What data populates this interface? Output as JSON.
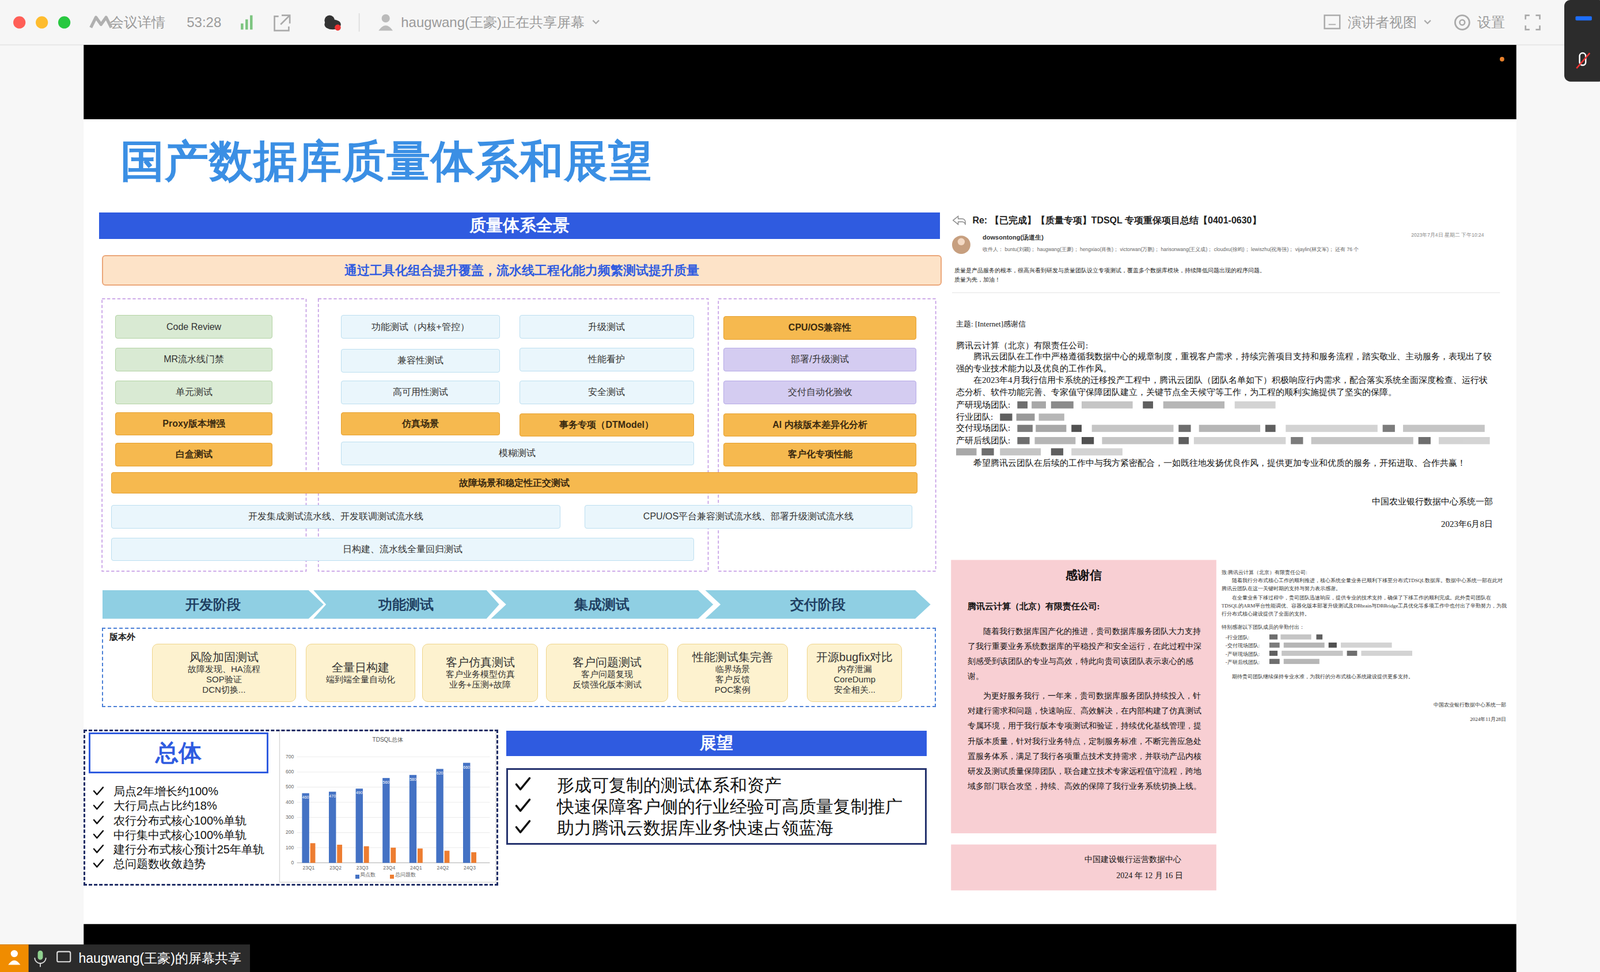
{
  "diagram": {
    "title": "国产数据库质量体系和展望",
    "nodes": [
      {
        "text": [
          "质量体系全景"
        ]
      },
      {
        "text": [
          "通过工具化组合提升覆盖，流水线工程化能力频繁测试提升质量"
        ]
      },
      {
        "text": [
          "Code Review"
        ]
      },
      {
        "text": [
          "MR流水线门禁"
        ]
      },
      {
        "text": [
          "单元测试"
        ]
      },
      {
        "text": [
          "Proxy版本增强"
        ]
      },
      {
        "text": [
          "白盒测试"
        ]
      },
      {
        "text": [
          "功能测试（内核+管控）"
        ]
      },
      {
        "text": [
          "升级测试"
        ]
      },
      {
        "text": [
          "兼容性测试"
        ]
      },
      {
        "text": [
          "性能看护"
        ]
      },
      {
        "text": [
          "高可用性测试"
        ]
      },
      {
        "text": [
          "安全测试"
        ]
      },
      {
        "text": [
          "仿真场景"
        ]
      },
      {
        "text": [
          "事务专项（DTModel）"
        ]
      },
      {
        "text": [
          "模糊测试"
        ]
      },
      {
        "text": [
          "CPU/OS兼容性"
        ]
      },
      {
        "text": [
          "部署/升级测试"
        ]
      },
      {
        "text": [
          "交付自动化验收"
        ]
      },
      {
        "text": [
          "AI 内核版本差异化分析"
        ]
      },
      {
        "text": [
          "客户化专项性能"
        ]
      },
      {
        "text": [
          "故障场景和稳定性正交测试"
        ]
      },
      {
        "text": [
          "开发集成测试流水线、开发联调测试流水线"
        ]
      },
      {
        "text": [
          "CPU/OS平台兼容测试流水线、部署升级测试流水线"
        ]
      },
      {
        "text": [
          "日构建、流水线全量回归测试"
        ]
      },
      {
        "text": [
          "开发阶段"
        ]
      },
      {
        "text": [
          "功能测试"
        ]
      },
      {
        "text": [
          "集成测试"
        ]
      },
      {
        "text": [
          "交付阶段"
        ]
      },
      {
        "text": [
          "版本外"
        ]
      },
      {
        "text": [
          "风险加固测试",
          "故障发现、HA流程 SOP验证 DCN切换..."
        ],
        "in": 29
      },
      {
        "text": [
          "全量日构建",
          "端到端全量自动化"
        ],
        "in": 29
      },
      {
        "text": [
          "客户仿真测试",
          "客户业务模型仿真 业务+压测+故障"
        ],
        "in": 29
      },
      {
        "text": [
          "客户问题测试",
          "客户问题复现 反馈强化版本测试"
        ],
        "in": 29
      },
      {
        "text": [
          "性能测试集完善",
          "临界场景 客户反馈 POC案例"
        ],
        "in": 29
      },
      {
        "text": [
          "开源bugfix对比",
          "内存泄漏 CoreDump 安全相关..."
        ],
        "in": 29
      },
      {
        "text": [
          "局点2年增长约100%",
          "大行局点占比约18%",
          "农行分布式核心100%单轨",
          "中行集中式核心100%单轨",
          "建行分布式核心预计25年单轨",
          "总问题数收敛趋势"
        ]
      },
      {
        "text": [
          "总体"
        ],
        "in": 36
      },
      {
        "text": [
          "展望"
        ]
      },
      {
        "text": [
          "形成可复制的测试体系和资产",
          "快速保障客户侧的行业经验可高质量复制推广",
          "助力腾讯云数据库业务快速占领蓝海"
        ]
      },
      {
        "text": [
          "Re: 【已完成】【质量专项】TDSQL 专项重保项目总结【0401-0630】",
          "dowsontong(汤道生)",
          "收件人： buntu(刘颖)； haugwang(王豪)； hengxiao(肖衡)； victorwan(万鹏)； harisonwang(王义成)； cloudxu(徐昀)； lewiszhu(祝海强)； vijaylin(林文军)； 还有 76 个",
          "2023年7月4日 星期二 下午10:24",
          "质量是产品服务的根本，很高兴看到研发与质量团队设立专项测试，覆盖多个数据库模块，持续降低问题出现的程序问题。",
          "质量为先，加油！",
          "主题: [Internet]感谢信",
          "腾讯云计算（北京）有限责任公司:",
          "腾讯云团队在工作中严格遵循我数据中心的规章制度，重视客户需求，持续完善项目支持和服务流程，踏实敬业、主动服务，表现出了较强的专业技术能力以及优良的工作作风。",
          "在2023年4月我行信用卡系统的迁移投产工程中，腾讯云团队（团队名单如下）积极响应行内需求，配合落实系统全面深度检查、运行状态分析、软件功能完善、专家值守保障团队建立，关键节点全天候守等工作，为工程的顺利实施提供了坚实的保障。",
          "产研现场团队:",
          "行业团队:",
          "交付现场团队:",
          "产研后线团队:",
          "希望腾讯云团队在后续的工作中与我方紧密配合，一如既往地发扬优良作风，提供更加专业和优质的服务，开拓进取、合作共赢！",
          "中国农业银行数据中心系统一部",
          "2023年6月8日"
        ]
      },
      {
        "text": [
          "感谢信",
          "腾讯云计算（北京）有限责任公司:",
          "随着我行数据库国产化的推进，贵司数据库服务团队大力支持了我行重要业务系统数据库的平稳投产和安全运行，在此过程中深刻感受到该团队的专业与高效，特此向贵司该团队表示衷心的感谢。",
          "为更好服务我行，一年来，贵司数据库服务团队持续投入，针对建行需求和问题，快速响应、高效解决，在内部构建了仿真测试专属环境，用于我行版本专项测试和验证，持续优化基线管理，提升版本质量，针对我行业务特点，定制服务标准，不断完善应急处置服务体系，满足了我行各项重点技术支持需求，并联动产品内核研发及测试质量保障团队，联合建立技术专家远程值守流程，跨地域多部门联合攻坚，持续、高效的保障了我行业务系统切换上线。",
          "中国建设银行运营数据中心",
          "2024 年 12 月 16 日"
        ]
      },
      {
        "text": [
          "致:腾讯云计算（北京）有限责任公司:",
          "随着我行分布式核心工作的顺利推进，核心系统全量业务已顺利下移至分布式TDSQL数据库。数据中心系统一部在此对腾讯云团队在这一关键时期的支持与努力表示感谢。",
          "在全量业务下移过程中，贵司团队迅速响应，提供专业的技术支持，确保了下移工作的顺利完成。此外贵司团队在TDSQL的ARM平台性能调优、容器化版本部署升级测试及DBbrain与DBBridge工具优化等多项工作中也付出了辛勤努力，为我行分布式核心建设提供了全面的支持。",
          "特别感谢以下团队成员的辛勤付出：",
          "-行业团队:",
          "-交付现场团队:",
          "-产研现场团队:",
          "-产研后线团队:",
          "期待贵司团队继续保持专业水准，为我行的分布式核心系统建设提供更多支持。",
          "中国农业银行数据中心系统一部",
          "2024年11月28日"
        ]
      }
    ],
    "labels": [
      "会议详情",
      "53:28",
      "haugwang(王豪)正在共享屏幕",
      "演讲者视图",
      "设置",
      "haugwang(王豪)的屏幕共享",
      "TDSQL总体",
      "700",
      "600",
      "500",
      "400",
      "300",
      "200",
      "100",
      "0",
      "23Q1",
      "23Q2",
      "23Q3",
      "23Q4",
      "24Q1",
      "24Q2",
      "24Q3",
      "460",
      "470",
      "490",
      "560",
      "580",
      "620",
      "660"
    ],
    "legend": [
      {
        "text": "局点数",
        "color": "#4472c4"
      },
      {
        "text": "总问题数",
        "color": "#ed7d31"
      }
    ]
  }
}
